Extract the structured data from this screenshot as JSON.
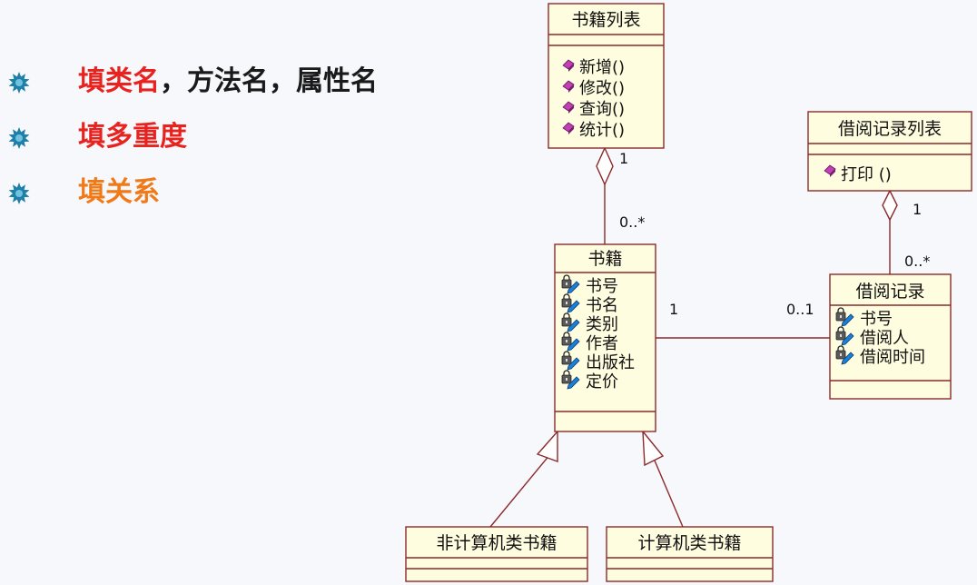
{
  "bullets": [
    {
      "parts": [
        {
          "text": "填类名",
          "color": "#e8231f"
        },
        {
          "text": "，方法名，属性名",
          "color": "#1a1a1a"
        }
      ]
    },
    {
      "parts": [
        {
          "text": "填多重度",
          "color": "#e8231f"
        }
      ]
    },
    {
      "parts": [
        {
          "text": "填关系",
          "color": "#f07a18"
        }
      ]
    }
  ],
  "colors": {
    "class_fill": "#fffde0",
    "class_border": "#8b2a2a",
    "line": "#8b2a2a",
    "bullet_icon": "#1e7fa8",
    "method_icon": "#c23fb5",
    "attr_lock": "#5a5a5a",
    "attr_pen": "#1a7fd6"
  },
  "classes": {
    "book_list": {
      "name": "书籍列表",
      "methods": [
        "新增()",
        "修改()",
        "查询()",
        "统计()"
      ]
    },
    "borrow_list": {
      "name": "借阅记录列表",
      "methods": [
        "打印 ()"
      ]
    },
    "book": {
      "name": "书籍",
      "attributes": [
        "书号",
        "书名",
        "类别",
        "作者",
        "出版社",
        "定价"
      ]
    },
    "borrow_record": {
      "name": "借阅记录",
      "attributes": [
        "书号",
        "借阅人",
        "借阅时间"
      ]
    },
    "non_computer_book": {
      "name": "非计算机类书籍"
    },
    "computer_book": {
      "name": "计算机类书籍"
    }
  },
  "multiplicities": {
    "book_list_end": "1",
    "book_end_top": "0..*",
    "borrow_list_end": "1",
    "borrow_record_end_top": "0..*",
    "book_assoc_end": "1",
    "borrow_record_assoc_end": "0..1"
  },
  "icons": {
    "bullet": "teal-starburst-icon",
    "method": "method-icon",
    "attribute": "lock-pencil-icon"
  }
}
